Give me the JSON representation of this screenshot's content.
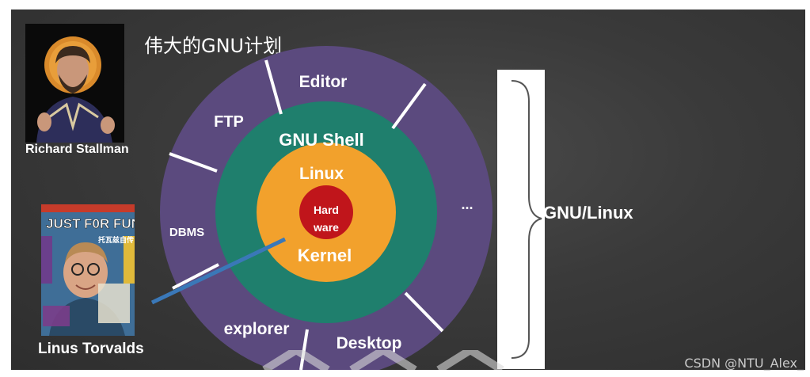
{
  "title": "伟大的GNU计划",
  "stallman_caption": "Richard  Stallman",
  "torvalds_caption": "Linus Torvalds",
  "book": {
    "cover_title": "JUST F0R FUN",
    "subtitle_cn": "托瓦兹自传"
  },
  "rings": {
    "core": [
      "Hard",
      "ware"
    ],
    "kernel_top": "Linux",
    "kernel_bottom": "Kernel",
    "shell": "GNU Shell",
    "apps": [
      "Editor",
      "FTP",
      "DBMS",
      "explorer",
      "Desktop",
      "..."
    ]
  },
  "brace_label": "GNU/Linux",
  "watermark": "CSDN @NTU_Alex_",
  "colors": {
    "outer_ring": "#5b4a7e",
    "shell_ring": "#1f7f6d",
    "kernel": "#f2a12c",
    "hardware": "#c0151b",
    "board": "#3a3a3a"
  }
}
